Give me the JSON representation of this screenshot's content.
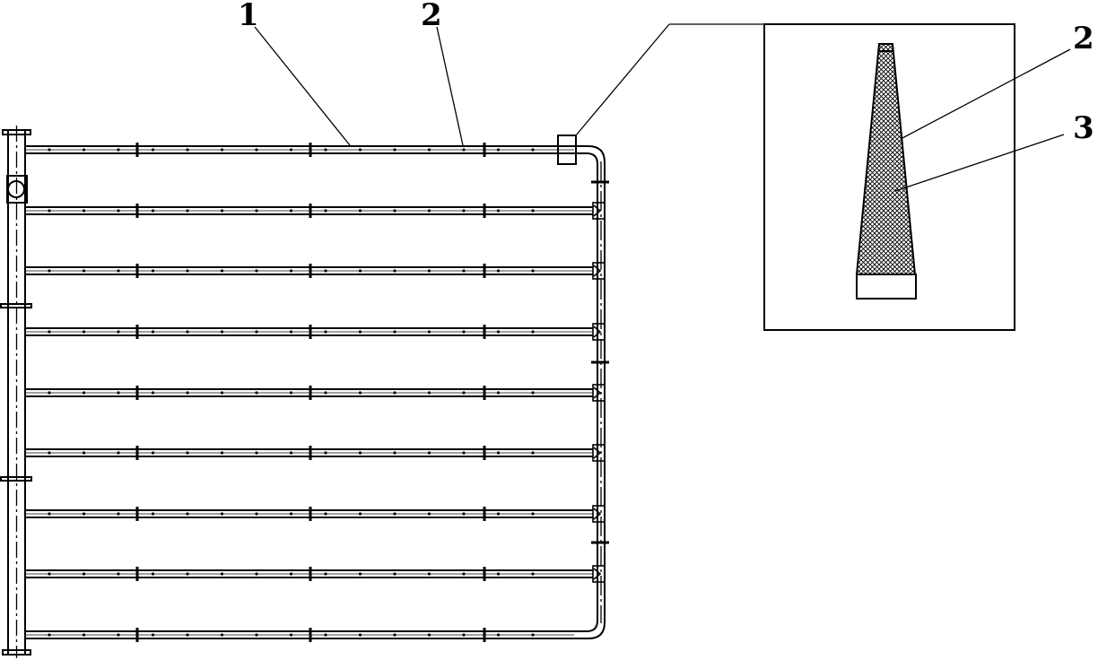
{
  "labels": {
    "main_1": "1",
    "main_2": "2",
    "inset_2": "2",
    "inset_3": "3"
  },
  "drawing": {
    "pipe_count": 9,
    "detail_inset_shape": "tapered nozzle with mesh coating on base block"
  }
}
